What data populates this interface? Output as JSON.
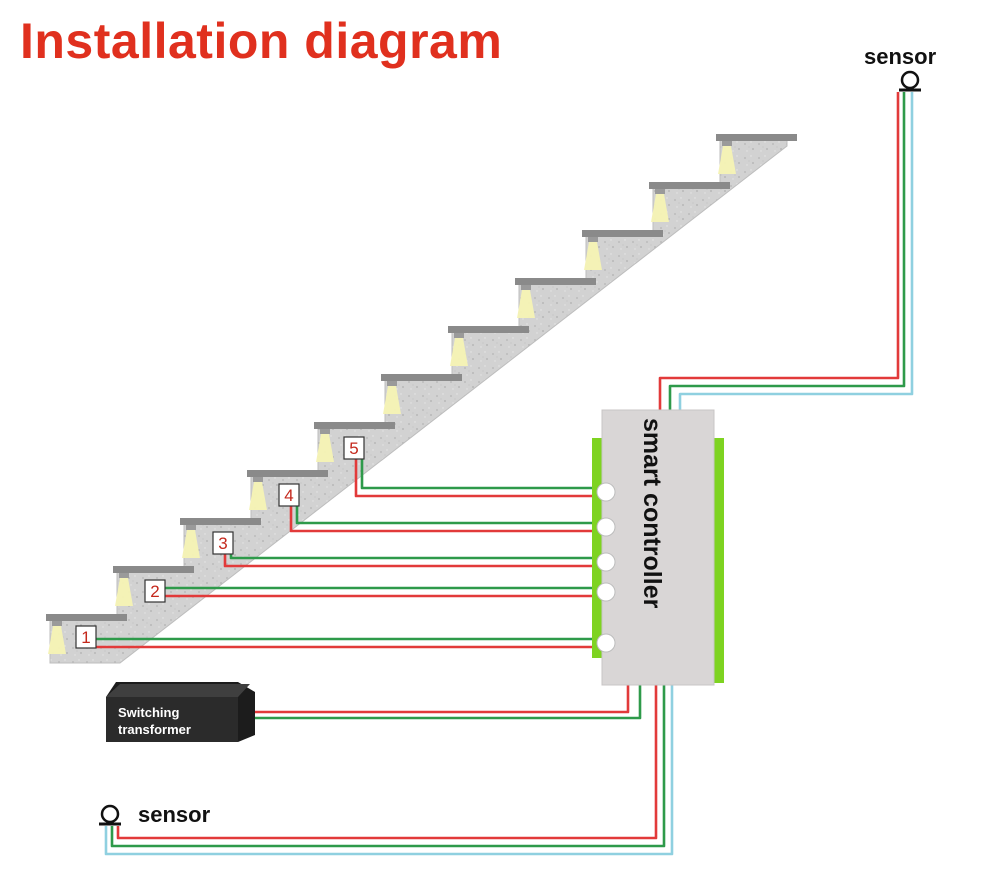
{
  "title": "Installation diagram",
  "colors": {
    "title": "#e0301e",
    "wire_red": "#e23a3a",
    "wire_green": "#2e9a4a",
    "wire_blue": "#8fd0e0",
    "controller_body": "#d9d6d6",
    "controller_rail": "#7ed321",
    "stair": "#cfcfcf",
    "tread": "#8a8a8a",
    "light": "#f6f3b4",
    "transformer": "#2b2b2b"
  },
  "controller": {
    "label": "smart controller"
  },
  "transformer": {
    "line1": "Switching",
    "line2": "transformer"
  },
  "sensors": {
    "top": "sensor",
    "bottom": "sensor"
  },
  "channels": [
    "1",
    "2",
    "3",
    "4",
    "5"
  ],
  "icons": {
    "sensor": "sensor-icon",
    "light": "stair-light-icon"
  }
}
